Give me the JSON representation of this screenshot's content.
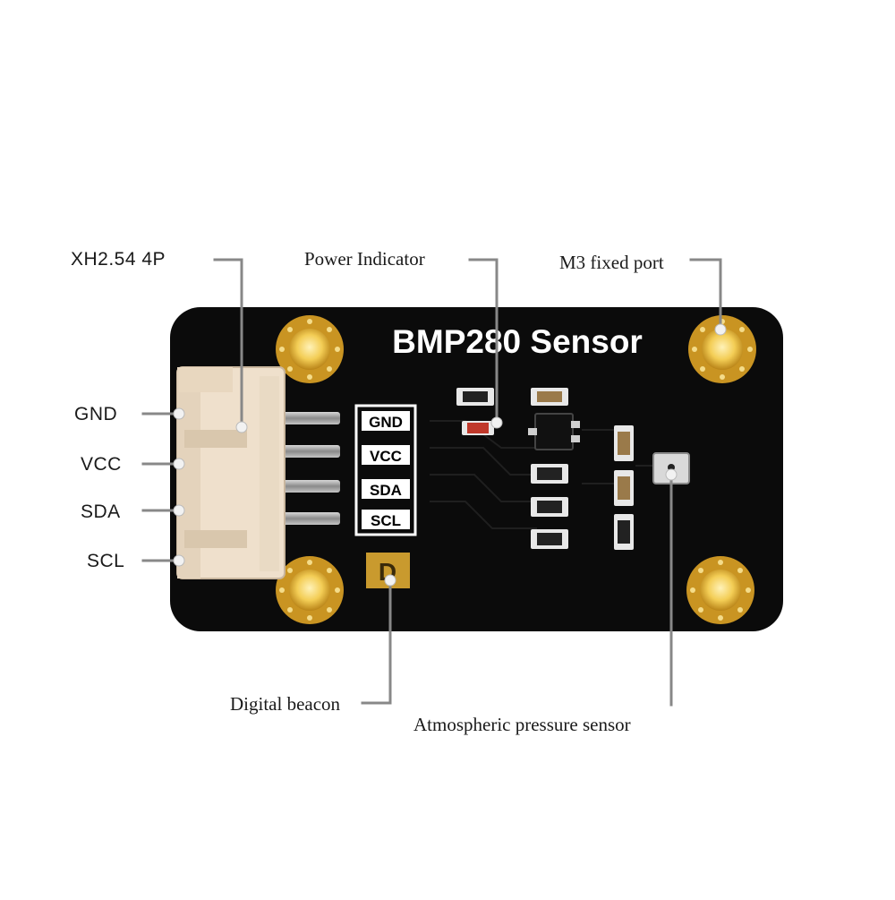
{
  "board": {
    "title": "BMP280 Sensor",
    "pins": [
      "GND",
      "VCC",
      "SDA",
      "SCL"
    ],
    "beacon_letter": "D",
    "colors": {
      "pcb": "#0b0b0b",
      "gold": "#d4a52a",
      "connector": "#efe0cc",
      "leader": "#888888"
    }
  },
  "pin_labels": {
    "gnd": "GND",
    "vcc": "VCC",
    "sda": "SDA",
    "scl": "SCL"
  },
  "callouts": {
    "connector": "XH2.54 4P",
    "power_indicator": "Power Indicator",
    "m3_port": "M3 fixed port",
    "digital_beacon": "Digital beacon",
    "pressure_sensor": "Atmospheric pressure sensor"
  }
}
